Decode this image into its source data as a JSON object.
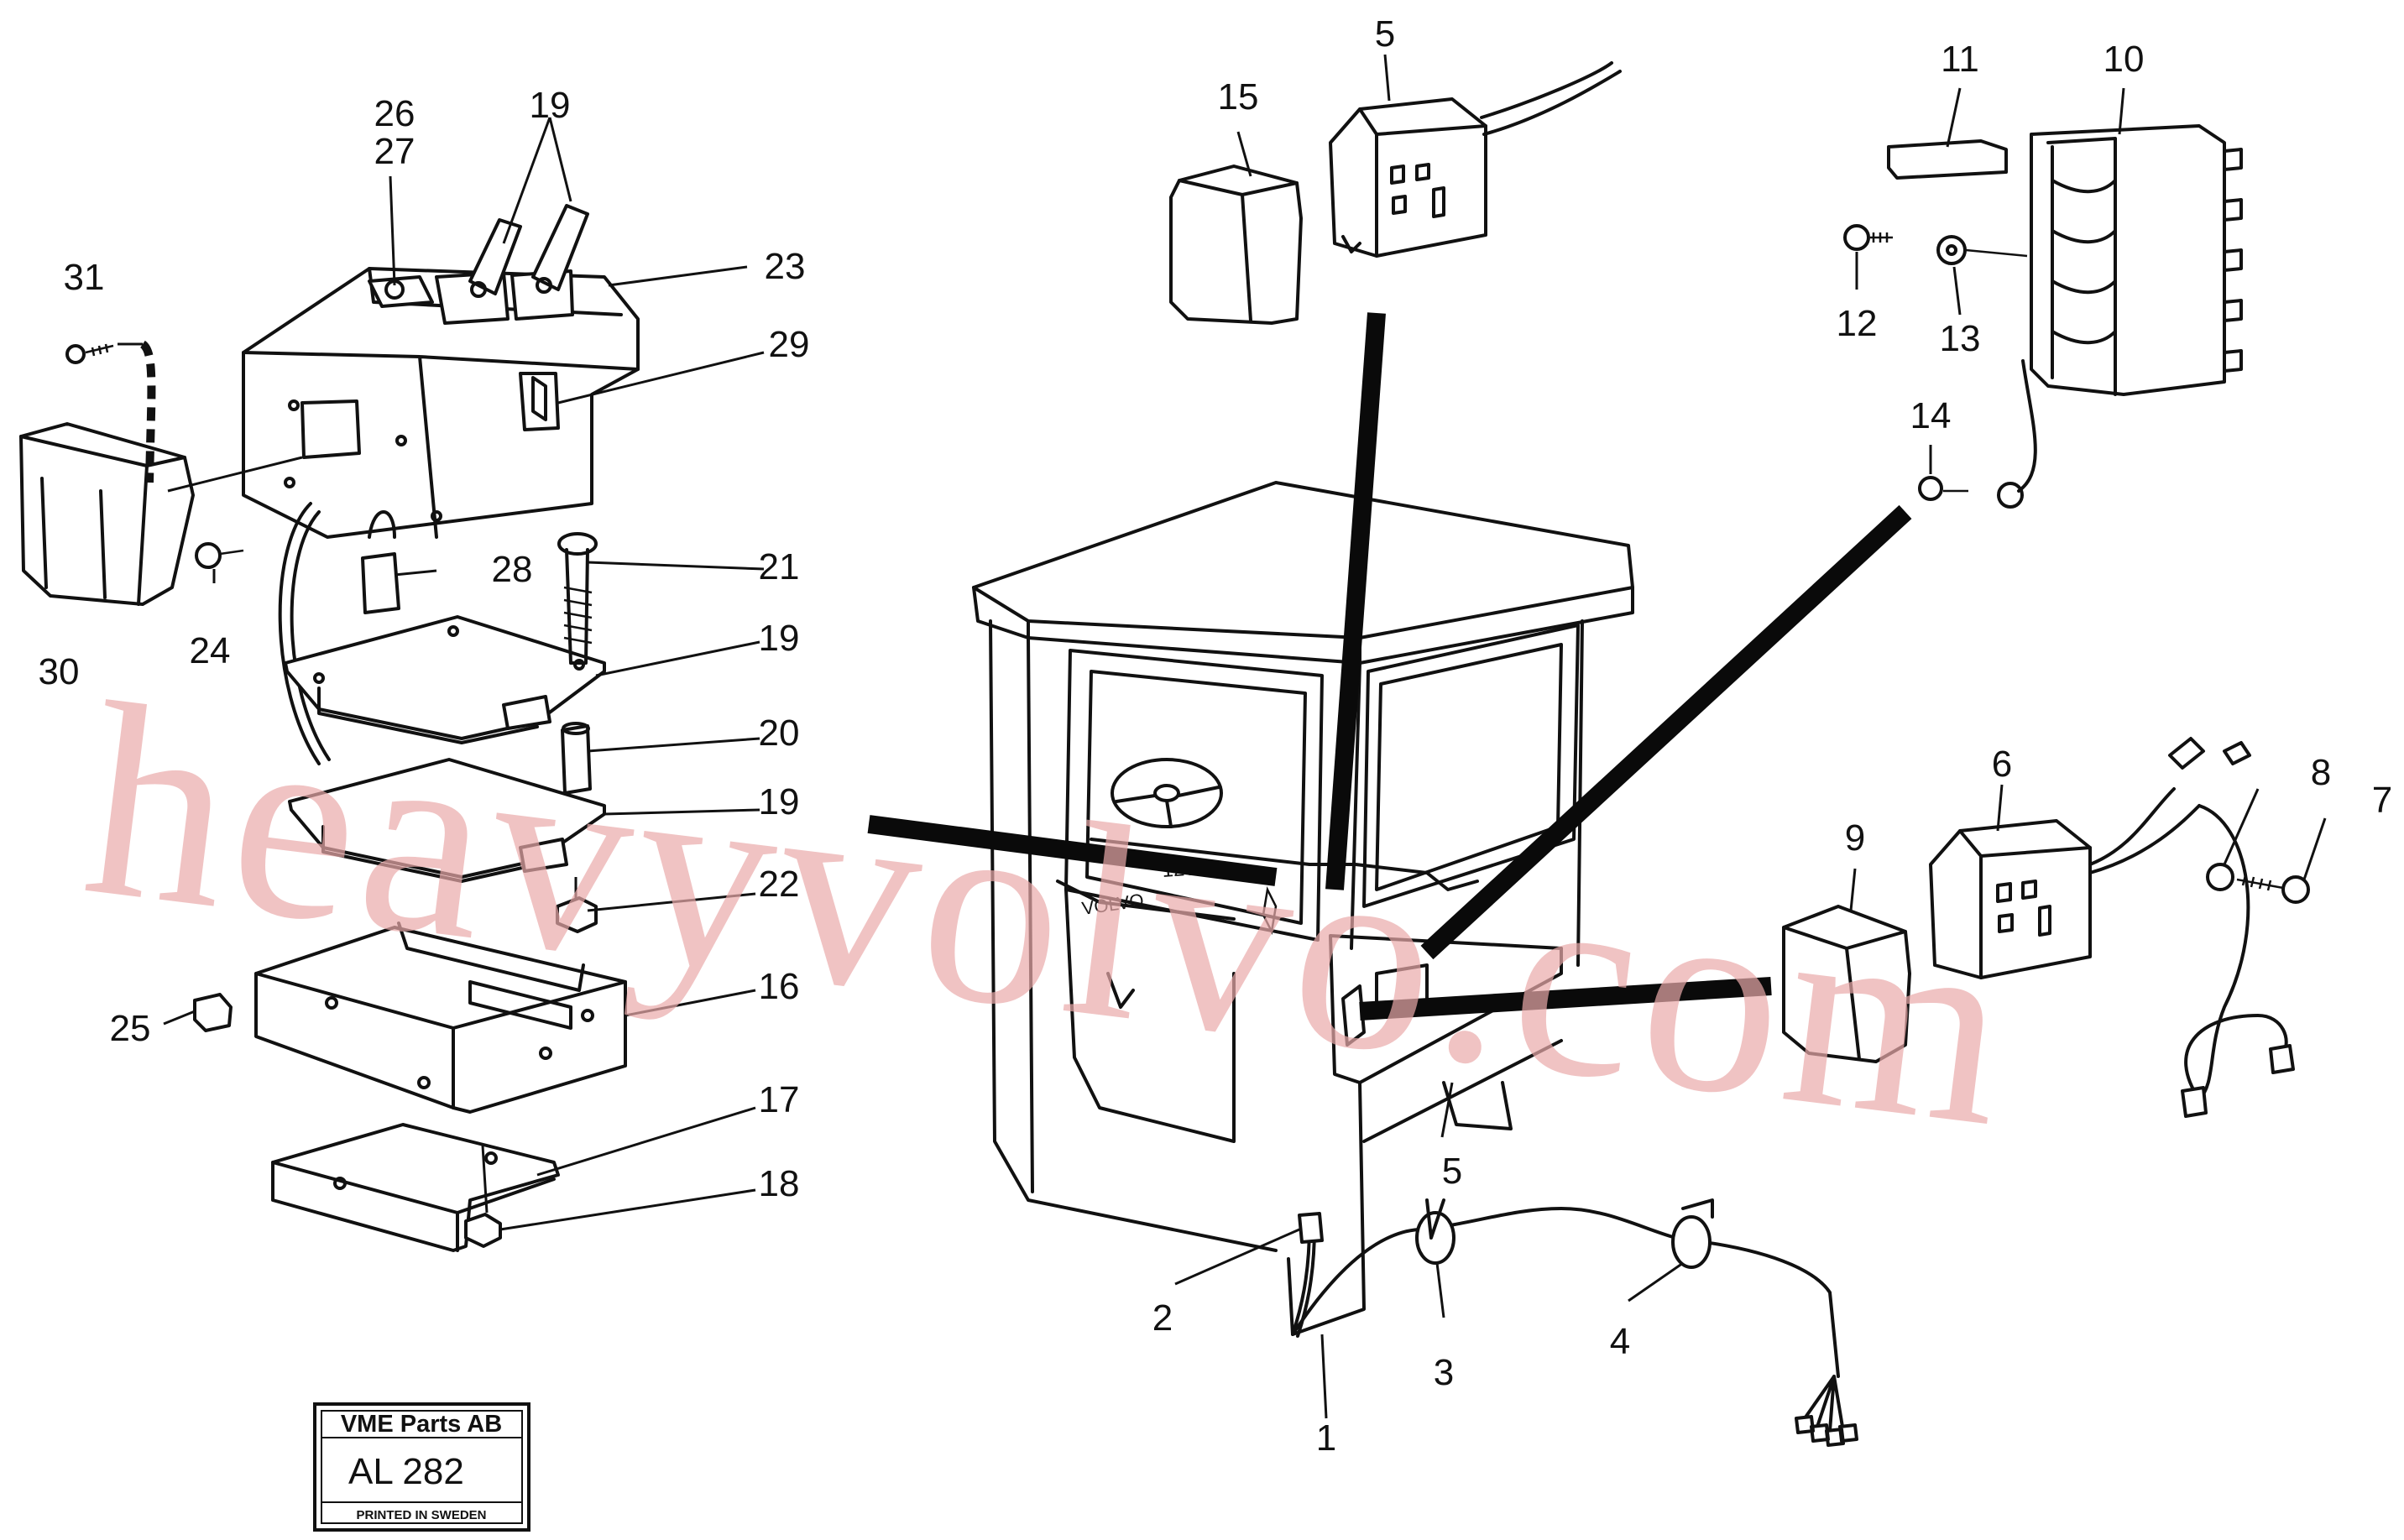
{
  "watermark": "heavyvolvo.com",
  "stamp": {
    "company": "VME Parts AB",
    "code": "AL 282",
    "footer": "PRINTED IN SWEDEN"
  },
  "callouts": {
    "n1": "1",
    "n2": "2",
    "n3": "3",
    "n4": "4",
    "n5a": "5",
    "n5b": "5",
    "n6": "6",
    "n7": "7",
    "n8": "8",
    "n9": "9",
    "n10": "10",
    "n11": "11",
    "n12": "12",
    "n13": "13",
    "n14": "14",
    "n15": "15",
    "n16": "16",
    "n17": "17",
    "n18": "18",
    "n19a": "19",
    "n19b": "19",
    "n19c": "19",
    "n20": "20",
    "n21": "21",
    "n22": "22",
    "n23": "23",
    "n24": "24",
    "n25": "25",
    "n26": "26",
    "n27": "27",
    "n28": "28",
    "n29": "29",
    "n30": "30",
    "n31": "31"
  },
  "cab_console_labels": [
    "VOLVO",
    "1200"
  ],
  "colors": {
    "ink": "#111111",
    "watermark": "#e9a9a9",
    "background": "#ffffff"
  }
}
